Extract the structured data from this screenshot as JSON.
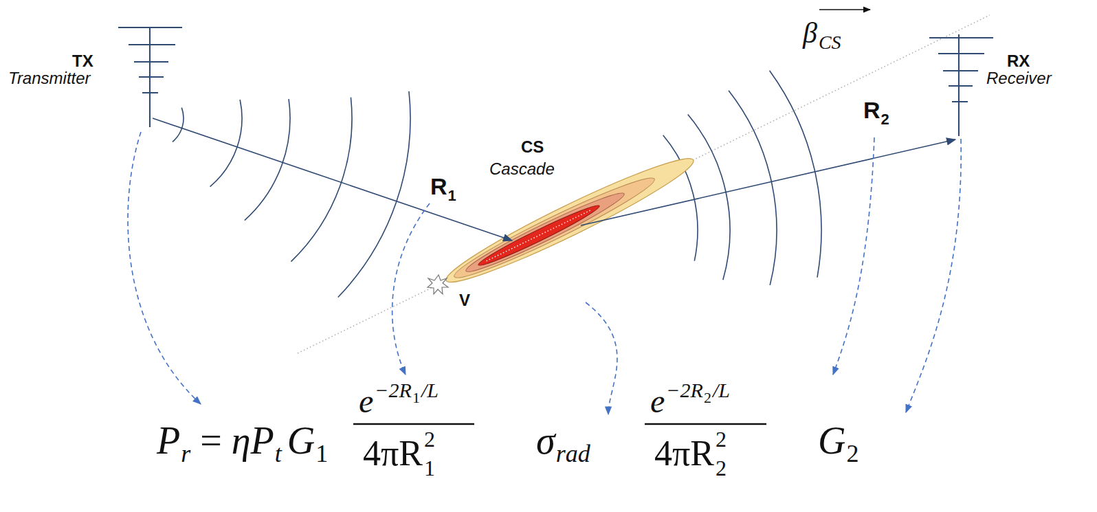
{
  "diagram": {
    "labels": [
      "TX",
      "Transmitter",
      "RX",
      "Receiver",
      "R",
      "1",
      "R",
      "2",
      "CS",
      "Cascade",
      "V",
      "β",
      "CS",
      "P",
      "r",
      "=",
      "ηP",
      "t",
      "G",
      "1",
      "e",
      "−2R",
      "1",
      "/L",
      "4πR",
      "2",
      "1",
      "σ",
      "rad",
      "e",
      "−2R",
      "2",
      "/L",
      "4πR",
      "2",
      "2",
      "G",
      "2"
    ]
  }
}
